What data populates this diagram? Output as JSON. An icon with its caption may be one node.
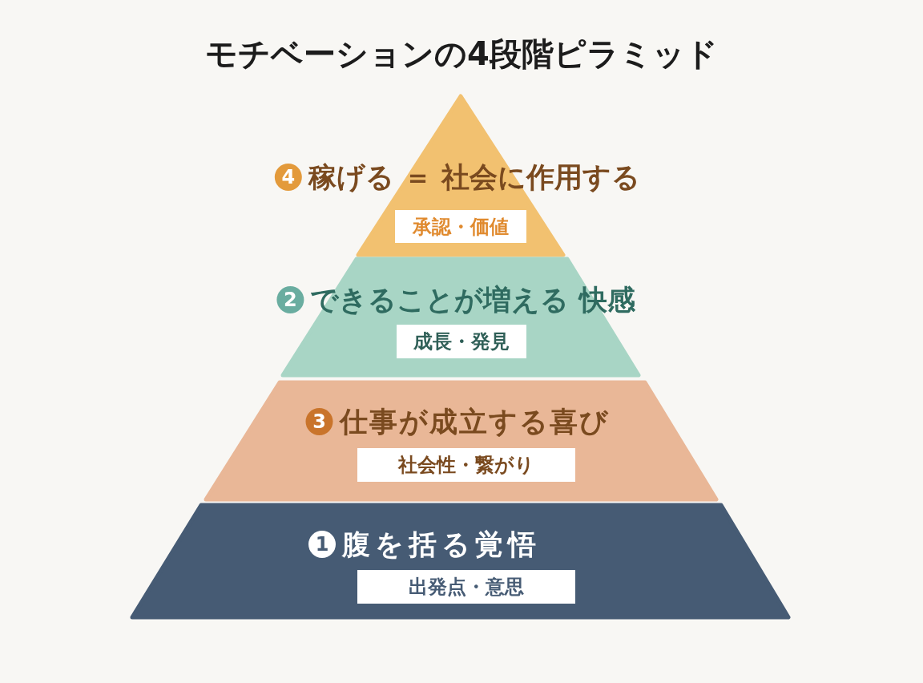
{
  "diagram": {
    "title": "モチベーションの4段階ピラミッド",
    "nodes": [
      {
        "text": [
          "4",
          "稼げる ＝ 社会に作用する"
        ]
      },
      {
        "text": [
          "承認・価値"
        ],
        "in": 0
      },
      {
        "text": [
          "2",
          "できることが増える 快感"
        ]
      },
      {
        "text": [
          "成長・発見"
        ],
        "in": 2
      },
      {
        "text": [
          "3",
          "仕事が成立する喜び"
        ]
      },
      {
        "text": [
          "社会性・繋がり"
        ],
        "in": 4
      },
      {
        "text": [
          "1",
          "腹を括る覚悟"
        ]
      },
      {
        "text": [
          "出発点・意思"
        ],
        "in": 6
      }
    ]
  }
}
